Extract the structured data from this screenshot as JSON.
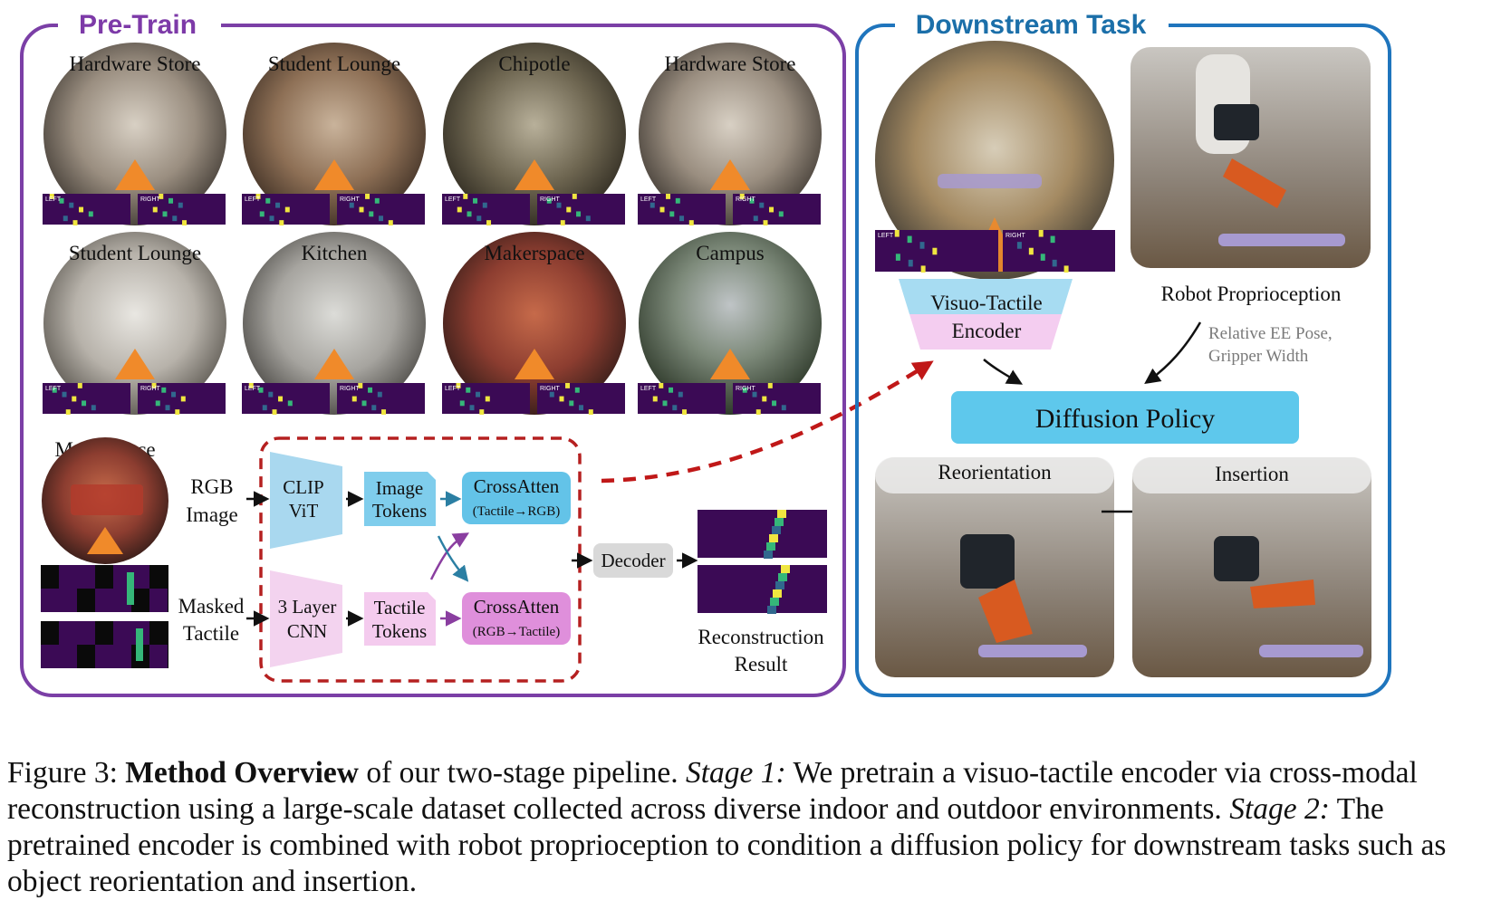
{
  "figure": {
    "pretrain": {
      "title": "Pre-Train",
      "env_images": [
        {
          "label": "Hardware Store",
          "theme": "store"
        },
        {
          "label": "Student Lounge",
          "theme": "lounge"
        },
        {
          "label": "Chipotle",
          "theme": "chipotle"
        },
        {
          "label": "Hardware Store",
          "theme": "store"
        },
        {
          "label": "Student Lounge",
          "theme": "lounge2"
        },
        {
          "label": "Kitchen",
          "theme": "kitchen"
        },
        {
          "label": "Makerspace",
          "theme": "maker"
        },
        {
          "label": "Campus",
          "theme": "campus"
        }
      ],
      "tactile_left_label": "LEFT",
      "tactile_right_label": "RIGHT",
      "example_label": "Makerspace",
      "rgb_label": [
        "RGB",
        "Image"
      ],
      "masked_label": [
        "Masked",
        "Tactile"
      ],
      "clip_label": [
        "CLIP",
        "ViT"
      ],
      "cnn_label": [
        "3 Layer",
        "CNN"
      ],
      "image_tokens_label": [
        "Image",
        "Tokens"
      ],
      "tactile_tokens_label": [
        "Tactile",
        "Tokens"
      ],
      "crossatten_label": "CrossAtten",
      "crossatten_top_sub": "(Tactile→RGB)",
      "crossatten_bottom_sub": "(RGB→Tactile)",
      "decoder_label": "Decoder",
      "reconstruction_label": [
        "Reconstruction",
        "Result"
      ]
    },
    "downstream": {
      "title": "Downstream Task",
      "encoder_label": [
        "Visuo-Tactile",
        "Encoder"
      ],
      "proprio_label": "Robot Proprioception",
      "proprio_sub": [
        "Relative EE Pose,",
        "Gripper Width"
      ],
      "policy_label": "Diffusion Policy",
      "reorientation_label": "Reorientation",
      "insertion_label": "Insertion"
    },
    "colors": {
      "pretrain_border": "#7b3fa6",
      "pretrain_title": "#7d3aa8",
      "downstream_border": "#1f75bd",
      "downstream_title": "#1b6fa9",
      "clip_fill": "#a9d8ef",
      "cnn_fill": "#f3d3ef",
      "crossatten_top": "#63c3e8",
      "crossatten_bottom": "#df8fdb",
      "policy_fill": "#5ec8ec",
      "dashed_red": "#c01818",
      "tactile_bg": "#3b0a55"
    }
  },
  "caption": {
    "fig_label": "Figure 3:",
    "bold_title": "Method Overview",
    "part1": " of our two-stage pipeline.",
    "stage1_label": "Stage 1:",
    "stage1_text": " We pretrain a visuo-tactile encoder via cross-modal reconstruction using a large-scale dataset collected across diverse indoor and outdoor environments.",
    "stage2_label": "Stage 2:",
    "stage2_text": " The pretrained encoder is combined with robot proprioception to condition a diffusion policy for downstream tasks such as object reorientation and insertion."
  }
}
